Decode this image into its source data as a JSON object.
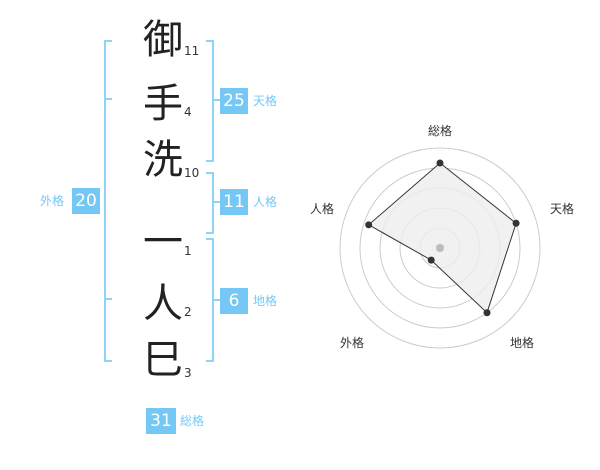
{
  "characters": [
    {
      "char": "御",
      "strokes": "11"
    },
    {
      "char": "手",
      "strokes": "4"
    },
    {
      "char": "洗",
      "strokes": "10"
    },
    {
      "char": "一",
      "strokes": "1"
    },
    {
      "char": "人",
      "strokes": "2"
    },
    {
      "char": "巳",
      "strokes": "3"
    }
  ],
  "kaku": {
    "tenkaku": {
      "value": "25",
      "label": "天格"
    },
    "jinkaku": {
      "value": "11",
      "label": "人格"
    },
    "chikaku": {
      "value": "6",
      "label": "地格"
    },
    "gaikaku": {
      "value": "20",
      "label": "外格"
    },
    "soukaku": {
      "value": "31",
      "label": "総格"
    }
  },
  "radar": {
    "labels": {
      "top": "総格",
      "right": "天格",
      "bottom_right": "地格",
      "bottom_left": "外格",
      "left": "人格"
    },
    "values": [
      0.85,
      0.8,
      0.8,
      0.15,
      0.75
    ],
    "colors": {
      "ring": "#cccccc",
      "fill": "#eeeeee",
      "line": "#333333",
      "dot": "#333333",
      "center": "#bbbbbb"
    }
  }
}
